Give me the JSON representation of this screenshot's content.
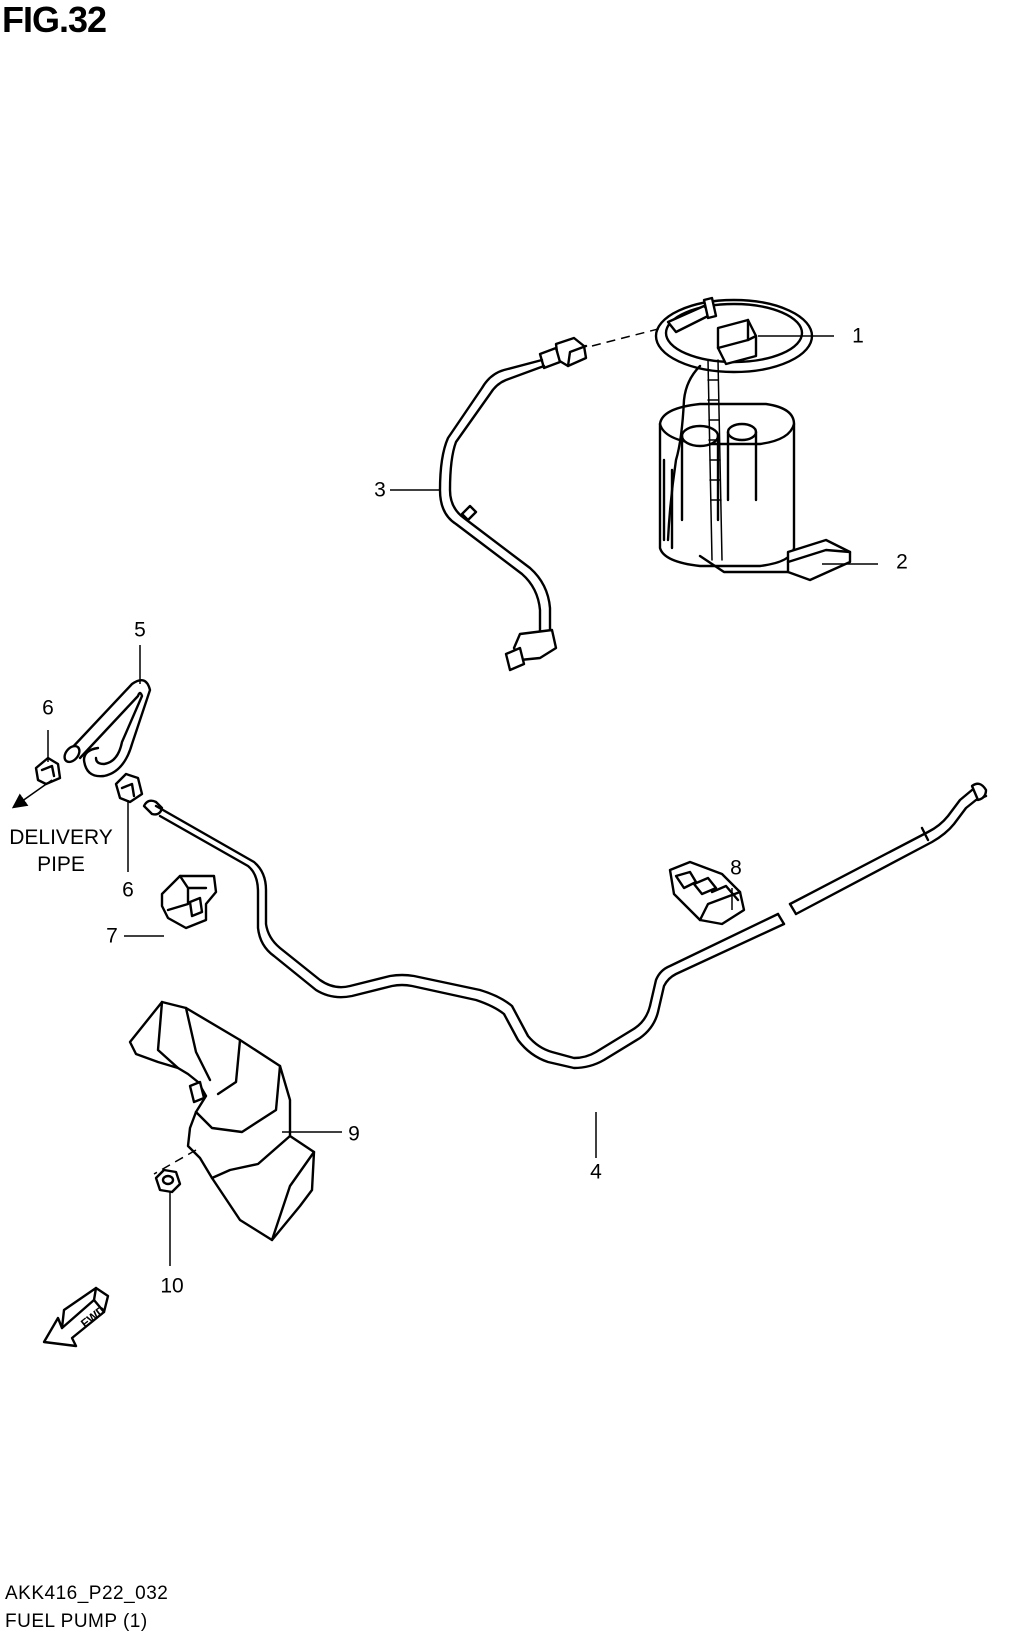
{
  "figure": {
    "title": "FIG.32",
    "code": "AKK416_P22_032",
    "caption": "FUEL PUMP (1)"
  },
  "callouts": [
    "1",
    "2",
    "3",
    "4",
    "5",
    "6",
    "6",
    "7",
    "8",
    "9",
    "10"
  ],
  "reference_note": {
    "line1": "DELIVERY",
    "line2": "PIPE"
  },
  "direction_badge": "FWD"
}
